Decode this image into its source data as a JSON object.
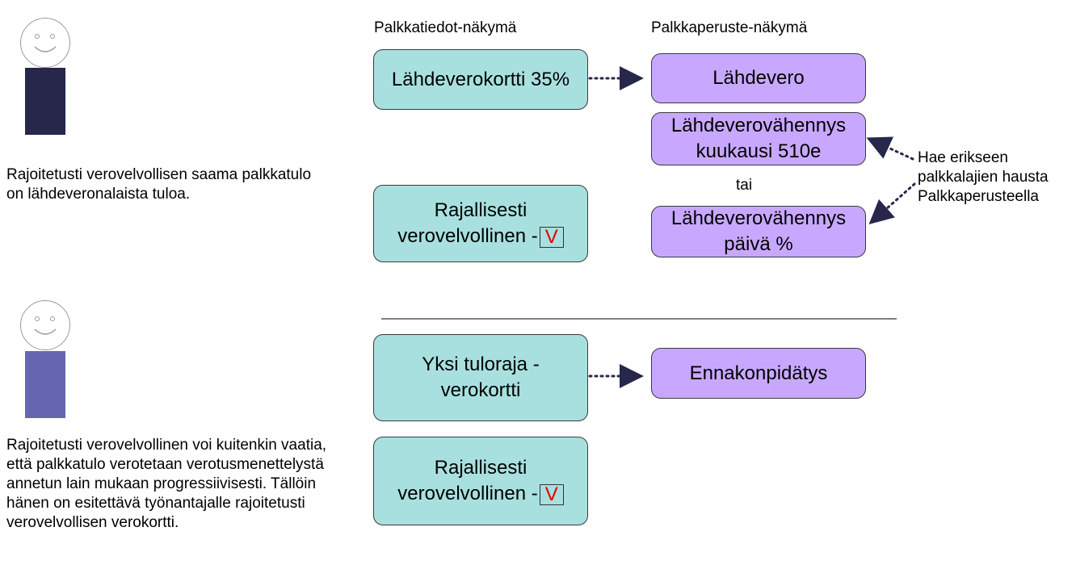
{
  "columns": {
    "left_title": "Palkkatiedot-näkymä",
    "right_title": "Palkkaperuste-näkymä"
  },
  "section1": {
    "description": "Rajoitetusti verovelvollisen saama palkkatulo on lähdeveronalaista tuloa.",
    "box_source_tax_card": "Lähdeverokortti 35%",
    "box_limited_line1": "Rajallisesti",
    "box_limited_line2": "verovelvollinen -",
    "check_mark": "V",
    "box_lahdevero": "Lähdevero",
    "box_deduction_month_line1": "Lähdeverovähennys",
    "box_deduction_month_line2": "kuukausi 510e",
    "or_label": "tai",
    "box_deduction_day_line1": "Lähdeverovähennys",
    "box_deduction_day_line2": "päivä %",
    "side_note": [
      "Hae erikseen",
      "palkkalajien hausta",
      "Palkkaperusteella"
    ]
  },
  "section2": {
    "description": "Rajoitetusti verovelvollinen voi kuitenkin vaatia, että palkkatulo verotetaan verotusmenettelystä annetun lain mukaan progressiivisesti. Tällöin hänen on esitettävä työnantajalle rajoitetusti verovelvollisen verokortti.",
    "box_one_limit_line1": "Yksi tuloraja -",
    "box_one_limit_line2": "verokortti",
    "box_limited_line1": "Rajallisesti",
    "box_limited_line2": "verovelvollinen -",
    "check_mark": "V",
    "box_withholding": "Ennakonpidätys"
  },
  "colors": {
    "teal": "#a8e0df",
    "purple": "#c8a8ff",
    "person1_body": "#26274a",
    "person2_body": "#6666b0",
    "arrow": "#26274a",
    "check": "#e00000"
  }
}
